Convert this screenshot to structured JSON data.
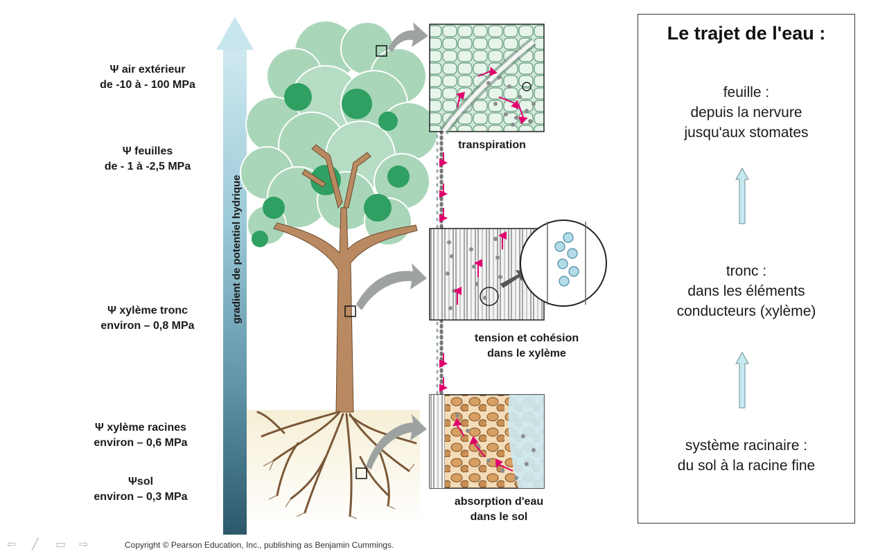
{
  "left_labels": [
    {
      "line1": "Ψ air extérieur",
      "line2": "de -10 à - 100 MPa"
    },
    {
      "line1": "Ψ feuilles",
      "line2": "de - 1 à -2,5 MPa"
    },
    {
      "line1": "Ψ xylème tronc",
      "line2": "environ – 0,8 MPa"
    },
    {
      "line1": "Ψ xylème racines",
      "line2": "environ – 0,6 MPa"
    },
    {
      "line1": "Ψsol",
      "line2": "environ – 0,3 MPa"
    }
  ],
  "gradient_label": "gradient de potentiel hydrique",
  "captions": {
    "transpiration": "transpiration",
    "tension_line1": "tension et cohésion",
    "tension_line2": "dans le xylème",
    "absorption_line1": "absorption d'eau",
    "absorption_line2": "dans le sol"
  },
  "right_panel": {
    "title": "Le trajet de l'eau :",
    "steps": [
      {
        "line1": "feuille :",
        "line2": "depuis la nervure",
        "line3": "jusqu'aux stomates"
      },
      {
        "line1": "tronc :",
        "line2": "dans les éléments",
        "line3": "conducteurs (xylème)"
      },
      {
        "line1": "système racinaire :",
        "line2": "du sol à la racine fine"
      }
    ]
  },
  "copyright": "Copyright © Pearson Education, Inc., publishing as Benjamin Cummings.",
  "nav": {
    "prev": "⇦",
    "pen": "╱",
    "menu": "▭",
    "next": "⇨"
  },
  "colors": {
    "gradient_top": "#c9e6ee",
    "gradient_bottom": "#2f5f72",
    "leaf_light": "#a9d6b9",
    "leaf_dark": "#2f9f62",
    "trunk": "#b98a62",
    "water_arrow": "#e0006e",
    "right_arrow": "#c6e8ef"
  }
}
